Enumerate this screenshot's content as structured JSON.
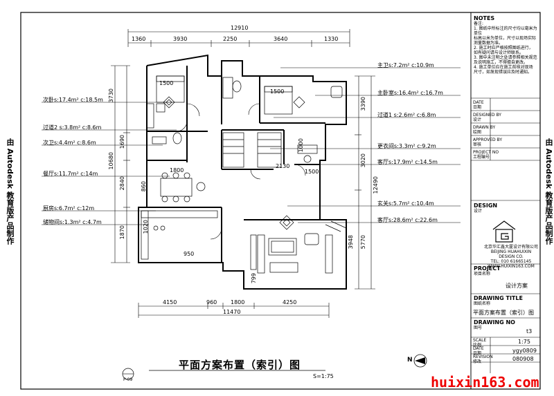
{
  "side_text": {
    "left": "由 Autodesk 教育版产品制作",
    "right": "由 Autodesk 教育版产品制作"
  },
  "dims_top_total": "12910",
  "dims_top": [
    "1360",
    "3930",
    "2250",
    "3640",
    "1330"
  ],
  "dims_bottom": [
    "4150",
    "960",
    "1800",
    "4250"
  ],
  "dims_bottom_total": "11470",
  "dims_left": [
    "3730",
    "1690",
    "2840",
    "1870"
  ],
  "dims_left_total": "10680",
  "dims_right": [
    "3390",
    "3020",
    "5770"
  ],
  "dims_right_total": "12490",
  "dims_inner": [
    "1800",
    "1500",
    "1500",
    "2130",
    "1000",
    "860",
    "950",
    "799",
    "3948",
    "1020",
    "1500"
  ],
  "rooms_left": [
    "次卧s:17.4m²  c:18.5m",
    "过道2 s:3.8m²  c:8.6m",
    "次卫s:4.4m²  c:8.6m",
    "餐厅s:11.7m²  c:14m",
    "厨房s:6.7m²  c:12m",
    "储物间s:1.3m²  c:4.7m"
  ],
  "rooms_right": [
    "主卫s:7.2m²  c:10.9m",
    "主卧室s:16.4m²  c:16.7m",
    "过道1 s:2.6m²  c:6.8m",
    "更衣间s:3.3m²  c:9.2m",
    "客厅s:17.9m²  c:14.5m",
    "玄关s:5.7m²  c:10.4m",
    "客厅s:28.6m²  c:22.6m"
  ],
  "title_block": {
    "notes_heading": "NOTES",
    "notes_sub": "备注:",
    "notes_lines": [
      "1. 图纸中所标注的尺寸均以毫米为单位",
      "   标高以米为单位，尺寸以现场实际",
      "   测量数据为准。",
      "2. 施工时应严格按照图纸进行，",
      "   如有疑问请与设计师联系。",
      "3. 图中未注明之处请参照相关规范",
      "   及说明施工，不得擅自更改。",
      "4. 施工单位应在施工前核对现场",
      "   尺寸，如发现错误应及时通知。"
    ],
    "rows": [
      {
        "en": "DATE",
        "cn": "日期"
      },
      {
        "en": "DESIGNED BY",
        "cn": "设计"
      },
      {
        "en": "DRAWN BY",
        "cn": "绘图"
      },
      {
        "en": "APPROVED BY",
        "cn": "审核"
      },
      {
        "en": "PROJECT NO",
        "cn": "工程编号"
      }
    ],
    "design_heading": "DESIGN",
    "design_sub": "设计",
    "company_name": "北京华汇鑫大厦设计有限公司",
    "company_en": "BEIJING HUAHUIXIN DESIGN CO.",
    "company_tel": "TEL: 010 61665145",
    "company_web": "WWW.HUIXIN163.COM",
    "project_heading": "PROJECT",
    "project_sub": "项目名称",
    "project_value": "设计方案",
    "drawing_title_heading": "DRAWING TITLE",
    "drawing_title_sub": "图纸名称",
    "drawing_title_value": "平面方案布置（索引）图",
    "drawing_no_heading": "DRAWING NO",
    "drawing_no_sub": "图号",
    "drawing_no_value": "t3",
    "scale_label_en": "SCALE",
    "scale_label_cn": "比例",
    "scale_value": "1:75",
    "date_label_en": "DATE",
    "date_label_cn": "日期",
    "date_value": "ygy0809",
    "revision_label_en": "REVISION",
    "revision_label_cn": "修改",
    "revision_value": "080908"
  },
  "page_title": "平面方案布置（索引）图",
  "page_scale": "S=1:75",
  "bottom_left_mark": "P-09",
  "north_letter": "N",
  "watermark": "huixin163.com",
  "colors": {
    "line": "#000000",
    "watermark": "#e00000",
    "background": "#ffffff"
  }
}
